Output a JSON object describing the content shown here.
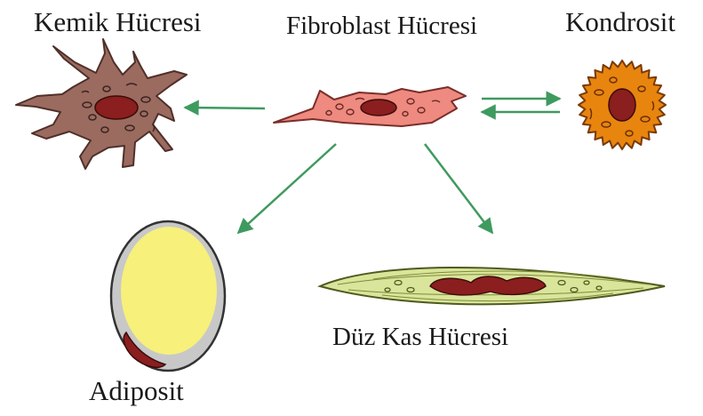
{
  "labels": {
    "bone_cell": "Kemik Hücresi",
    "fibroblast": "Fibroblast Hücresi",
    "chondrocyte": "Kondrosit",
    "adipocyte": "Adiposit",
    "smooth_muscle": "Düz Kas Hücresi"
  },
  "colors": {
    "arrow": "#3f9a5f",
    "bone_cell": "#9b6b60",
    "fibroblast": "#ee8a7f",
    "chondrocyte": "#e8850f",
    "adipocyte_fat": "#f7f07a",
    "adipocyte_rim": "#c8c8c8",
    "smooth_muscle": "#d9e59a",
    "nucleus": "#8b1e1e"
  },
  "relations": [
    {
      "from": "Fibroblast Hücresi",
      "to": "Kemik Hücresi",
      "kind": "one-way"
    },
    {
      "from": "Fibroblast Hücresi",
      "to": "Kondrosit",
      "kind": "two-way"
    },
    {
      "from": "Fibroblast Hücresi",
      "to": "Adiposit",
      "kind": "one-way"
    },
    {
      "from": "Fibroblast Hücresi",
      "to": "Düz Kas Hücresi",
      "kind": "one-way"
    }
  ]
}
